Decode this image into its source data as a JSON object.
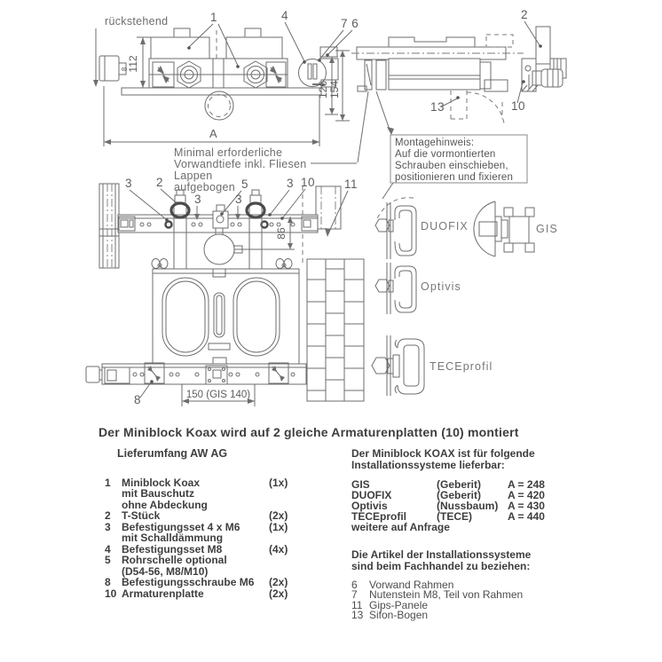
{
  "drawing": {
    "top_view": {
      "rueckstehend": "rückstehend",
      "callout_1": "1",
      "callout_4": "4",
      "callout_7_6": "7 6",
      "dim_8": "8",
      "dim_112": "112",
      "dim_126": "126",
      "dim_154": "154",
      "dim_A": "A",
      "caption": [
        "Minimal erforderliche",
        "Vorwandtiefe inkl. Fliesen",
        "Lappen",
        "aufgebogen"
      ]
    },
    "side_view": {
      "callout_2": "2",
      "callout_13": "13",
      "callout_10": "10",
      "note": [
        "Montagehinweis:",
        "Auf die vormontierten",
        "Schrauben einschieben,",
        "positionieren und fixieren"
      ]
    },
    "front_view": {
      "callout_3a": "3",
      "callout_2": "2",
      "callout_5": "5",
      "callout_3b": "3",
      "callout_3c": "3",
      "callout_3d": "3",
      "callout_10": "10",
      "callout_11": "11",
      "callout_8": "8",
      "dim_86": "86",
      "dim_150": "150 (GIS 140)"
    },
    "systems": [
      {
        "label": "DUOFIX"
      },
      {
        "label": "GIS"
      },
      {
        "label": "Optivis"
      },
      {
        "label": "TECEprofil"
      }
    ]
  },
  "heading": "Der Miniblock Koax wird auf 2 gleiche Armaturenplatten (10) montiert",
  "lieferumfang": {
    "title": "Lieferumfang AW AG",
    "items": [
      {
        "no": "1",
        "name": "Miniblock Koax",
        "qty": "(1x)",
        "sub": [
          "mit Bauschutz",
          "ohne Abdeckung"
        ]
      },
      {
        "no": "2",
        "name": "T-Stück",
        "qty": "(2x)",
        "sub": []
      },
      {
        "no": "3",
        "name": "Befestigungsset 4 x M6",
        "qty": "(1x)",
        "sub": [
          "mit Schalldämmung"
        ]
      },
      {
        "no": "4",
        "name": "Befestigungsset M8",
        "qty": "(4x)",
        "sub": []
      },
      {
        "no": "5",
        "name": "Rohrschelle optional",
        "qty": "",
        "sub": [
          "(D54-56, M8/M10)"
        ]
      },
      {
        "no": "8",
        "name": "Befestigungsschraube M6",
        "qty": "(2x)",
        "sub": []
      },
      {
        "no": "10",
        "name": "Armaturenplatte",
        "qty": "(2x)",
        "sub": []
      }
    ]
  },
  "systems_table": {
    "title_line1": "Der Miniblock KOAX ist für folgende",
    "title_line2": "Installationssysteme lieferbar:",
    "rows": [
      {
        "system": "GIS",
        "brand": "(Geberit)",
        "a": "A = 248"
      },
      {
        "system": "DUOFIX",
        "brand": "(Geberit)",
        "a": "A = 420"
      },
      {
        "system": "Optivis",
        "brand": "(Nussbaum)",
        "a": "A = 430"
      },
      {
        "system": "TECEprofil",
        "brand": "(TECE)",
        "a": "A = 440"
      }
    ],
    "more": "weitere auf Anfrage"
  },
  "articles": {
    "title_line1": "Die Artikel der Installationssysteme",
    "title_line2": "sind beim Fachhandel zu beziehen:",
    "items": [
      {
        "no": "6",
        "name": "Vorwand Rahmen"
      },
      {
        "no": "7",
        "name": "Nutenstein M8, Teil von Rahmen"
      },
      {
        "no": "11",
        "name": "Gips-Panele"
      },
      {
        "no": "13",
        "name": "Sifon-Bogen"
      }
    ]
  }
}
